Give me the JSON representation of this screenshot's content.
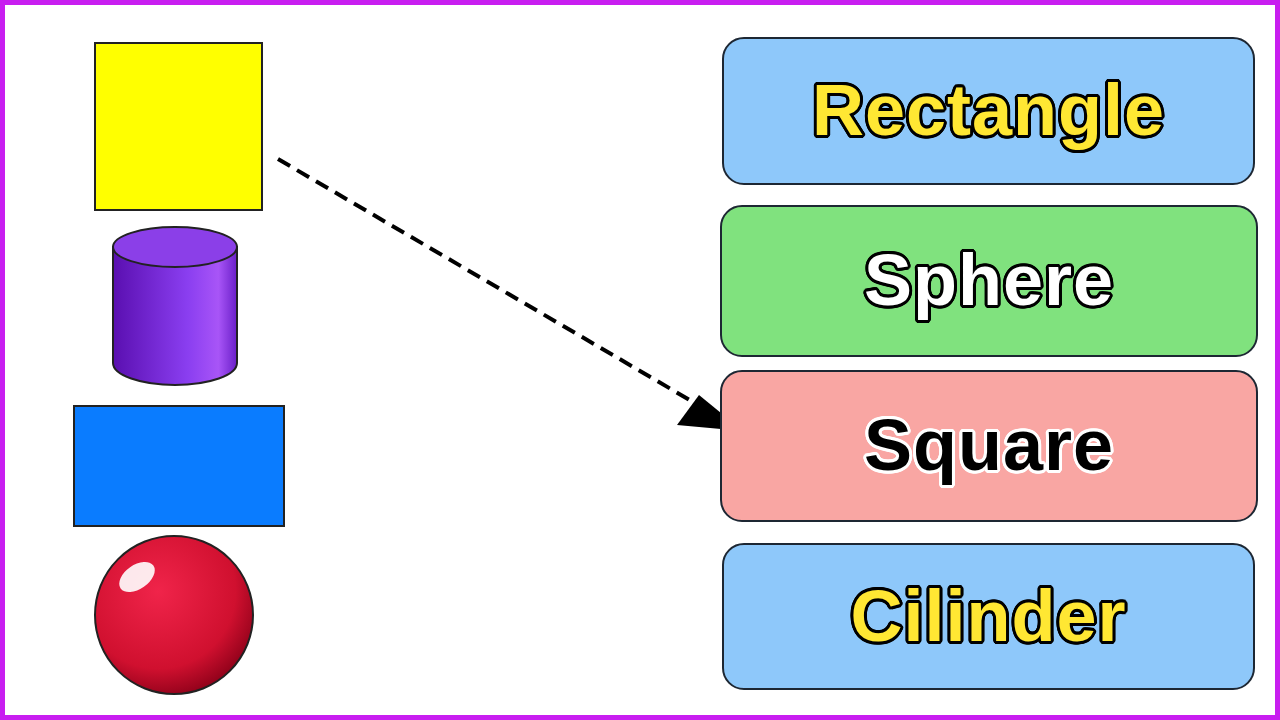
{
  "diagram": {
    "nodes": [
      {
        "text": [
          "Rectangle"
        ]
      },
      {
        "text": [
          "Sphere"
        ]
      },
      {
        "text": [
          "Square"
        ]
      },
      {
        "text": [
          "Cilinder"
        ]
      }
    ]
  }
}
